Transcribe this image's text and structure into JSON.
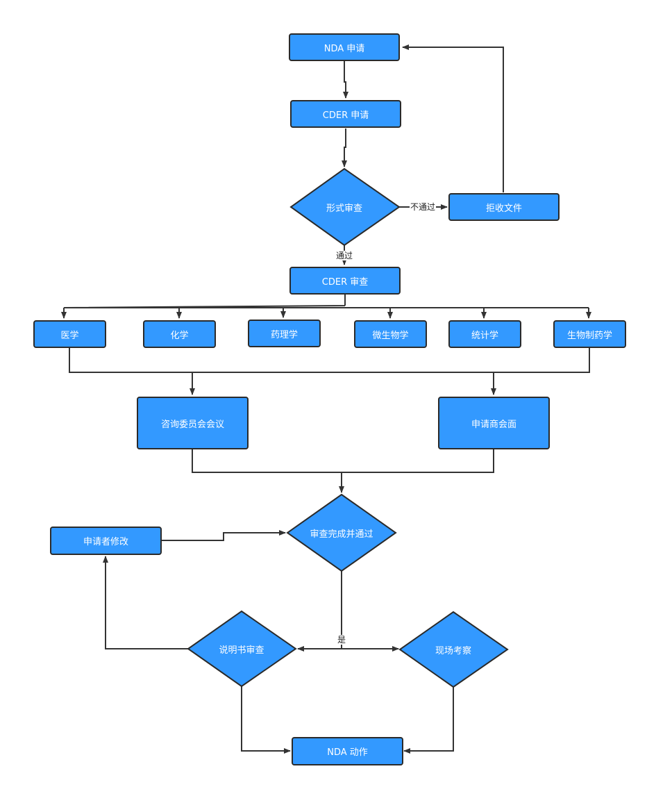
{
  "nodes": {
    "nda_application": "NDA 申请",
    "cder_application": "CDER 申请",
    "formal_review": "形式审查",
    "reject_file": "拒收文件",
    "cder_review": "CDER 审查",
    "medicine": "医学",
    "chemistry": "化学",
    "pharmacology": "药理学",
    "microbiology": "微生物学",
    "statistics": "统计学",
    "biopharmaceutics": "生物制药学",
    "advisory_committee": "咨询委员会会议",
    "applicant_meeting": "申请商会面",
    "review_complete": "审查完成并通过",
    "applicant_revision": "申请者修改",
    "label_review": "说明书审查",
    "site_inspection": "现场考察",
    "nda_action": "NDA 动作"
  },
  "edge_labels": {
    "not_passed": "不通过",
    "passed": "通过",
    "yes": "是"
  },
  "colors": {
    "node_fill": "#3399ff",
    "node_border": "#2a2a2a",
    "node_text": "#ffffff",
    "connector": "#333333"
  }
}
